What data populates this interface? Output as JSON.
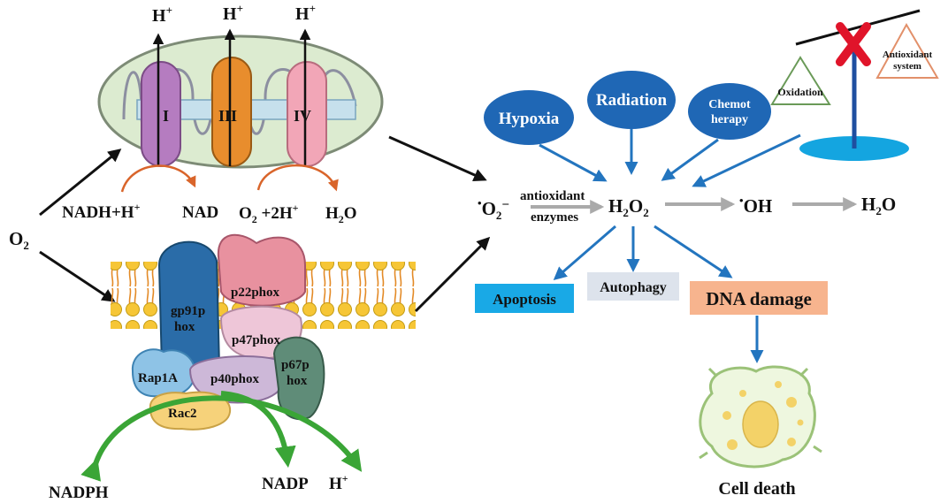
{
  "mito": {
    "h1": "H",
    "h2": "H",
    "h3": "H",
    "plus": "+",
    "c1": "I",
    "c3": "III",
    "c4": "IV",
    "nadh": "NADH+H",
    "nad": "NAD",
    "o2": "O",
    "two": "2",
    "plus2h": " +2H",
    "h2o": "H",
    "o": "O"
  },
  "o2_source": {
    "o": "O",
    "sub": "2"
  },
  "nox": {
    "gp91": [
      "gp91p",
      "hox"
    ],
    "p22": "p22phox",
    "p47": "p47phox",
    "p67": [
      "p67p",
      "hox"
    ],
    "rap1a": "Rap1A",
    "p40": "p40phox",
    "rac2": "Rac2",
    "nadph": "NADPH",
    "nadp": "NADP",
    "h": "H"
  },
  "stress": {
    "hypoxia": "Hypoxia",
    "radiation": "Radiation",
    "chemo": [
      "Chemot",
      "herapy"
    ],
    "oxidation": "Oxidation",
    "antiox": [
      "Antioxidant",
      "system"
    ]
  },
  "ros": {
    "dot": "•",
    "o2": "O",
    "two": "2",
    "minus": "−",
    "enz1": "antioxidant",
    "enz2": "enzymes",
    "h2o2_h": "H",
    "h2o2_o": "O",
    "oh": "OH",
    "h2o_h": "H",
    "h2o_o": "O"
  },
  "outcomes": {
    "apoptosis": "Apoptosis",
    "autophagy": "Autophagy",
    "dna": "DNA damage",
    "celldeath": "Cell death"
  },
  "colors": {
    "blue_ellipse": "#1f67b5",
    "arrow_blue": "#2375bf",
    "apoptosis_box": "#19a9e6",
    "autophagy_box": "#dde3ec",
    "dna_box": "#f7b48e",
    "green_arrow": "#3aa536",
    "orange_arrow": "#d9652b"
  }
}
